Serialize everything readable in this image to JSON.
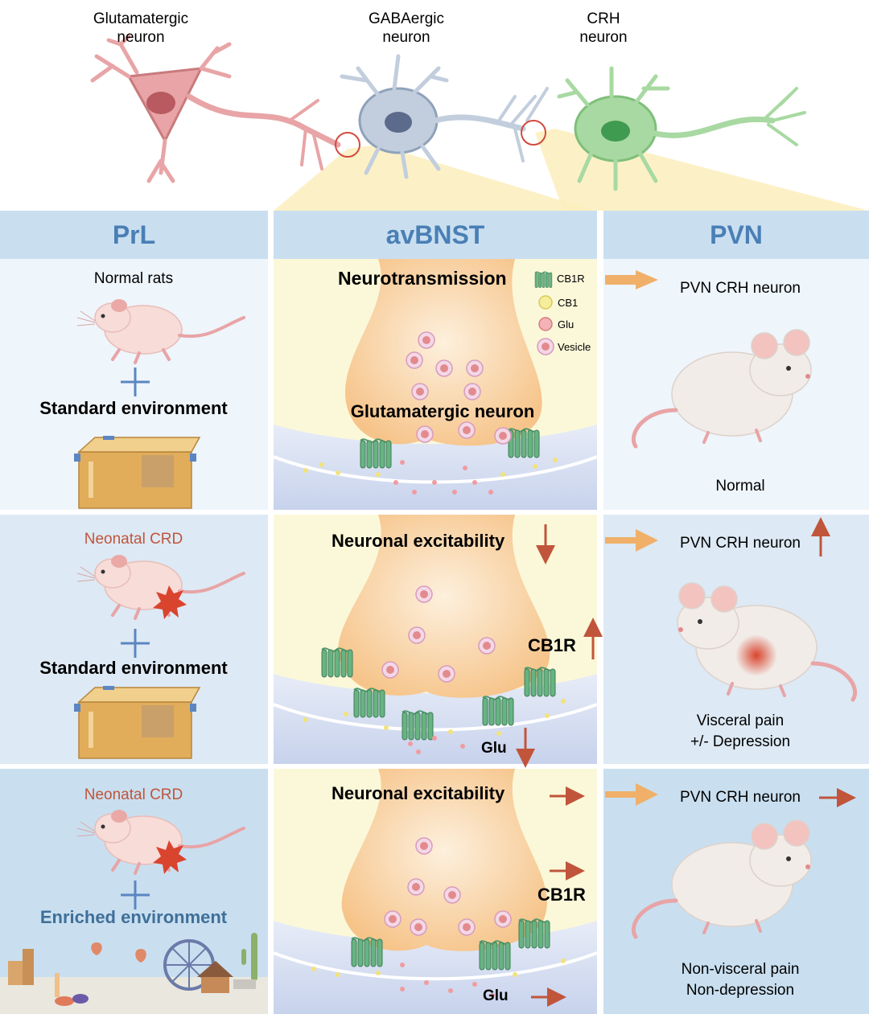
{
  "neurons": {
    "glutamatergic": "Glutamatergic\nneuron",
    "gabaergic": "GABAergic\nneuron",
    "crh": "CRH\nneuron"
  },
  "headers": {
    "left": "PrL",
    "middle": "avBNST",
    "right": "PVN"
  },
  "row1": {
    "left_title": "Normal rats",
    "left_env": "Standard environment",
    "mid_title": "Neurotransmission",
    "mid_label": "Glutamatergic neuron",
    "legend": {
      "cb1r": "CB1R",
      "cb1": "CB1",
      "glu": "Glu",
      "vesicle": "Vesicle"
    },
    "right_title": "PVN CRH neuron",
    "right_outcome": "Normal"
  },
  "row2": {
    "left_title": "Neonatal CRD",
    "left_env": "Standard environment",
    "mid_title": "Neuronal excitability",
    "mid_cb1r": "CB1R",
    "mid_glu": "Glu",
    "right_title": "PVN CRH neuron",
    "right_outcome_1": "Visceral pain",
    "right_outcome_2": "+/- Depression"
  },
  "row3": {
    "left_title": "Neonatal CRD",
    "left_env": "Enriched environment",
    "mid_title": "Neuronal excitability",
    "mid_cb1r": "CB1R",
    "mid_glu": "Glu",
    "right_title": "PVN CRH neuron",
    "right_outcome_1": "Non-visceral pain",
    "right_outcome_2": "Non-depression"
  },
  "colors": {
    "header_bg": "#c9dff0",
    "header_text": "#4a7fb5",
    "crd_text": "#c0553b",
    "enriched_text": "#3f6f98",
    "arrow_red": "#c0553b",
    "arrow_orange": "#f0b06a",
    "synapse": "#f6c48a",
    "receptor": "#4f9a6e"
  }
}
